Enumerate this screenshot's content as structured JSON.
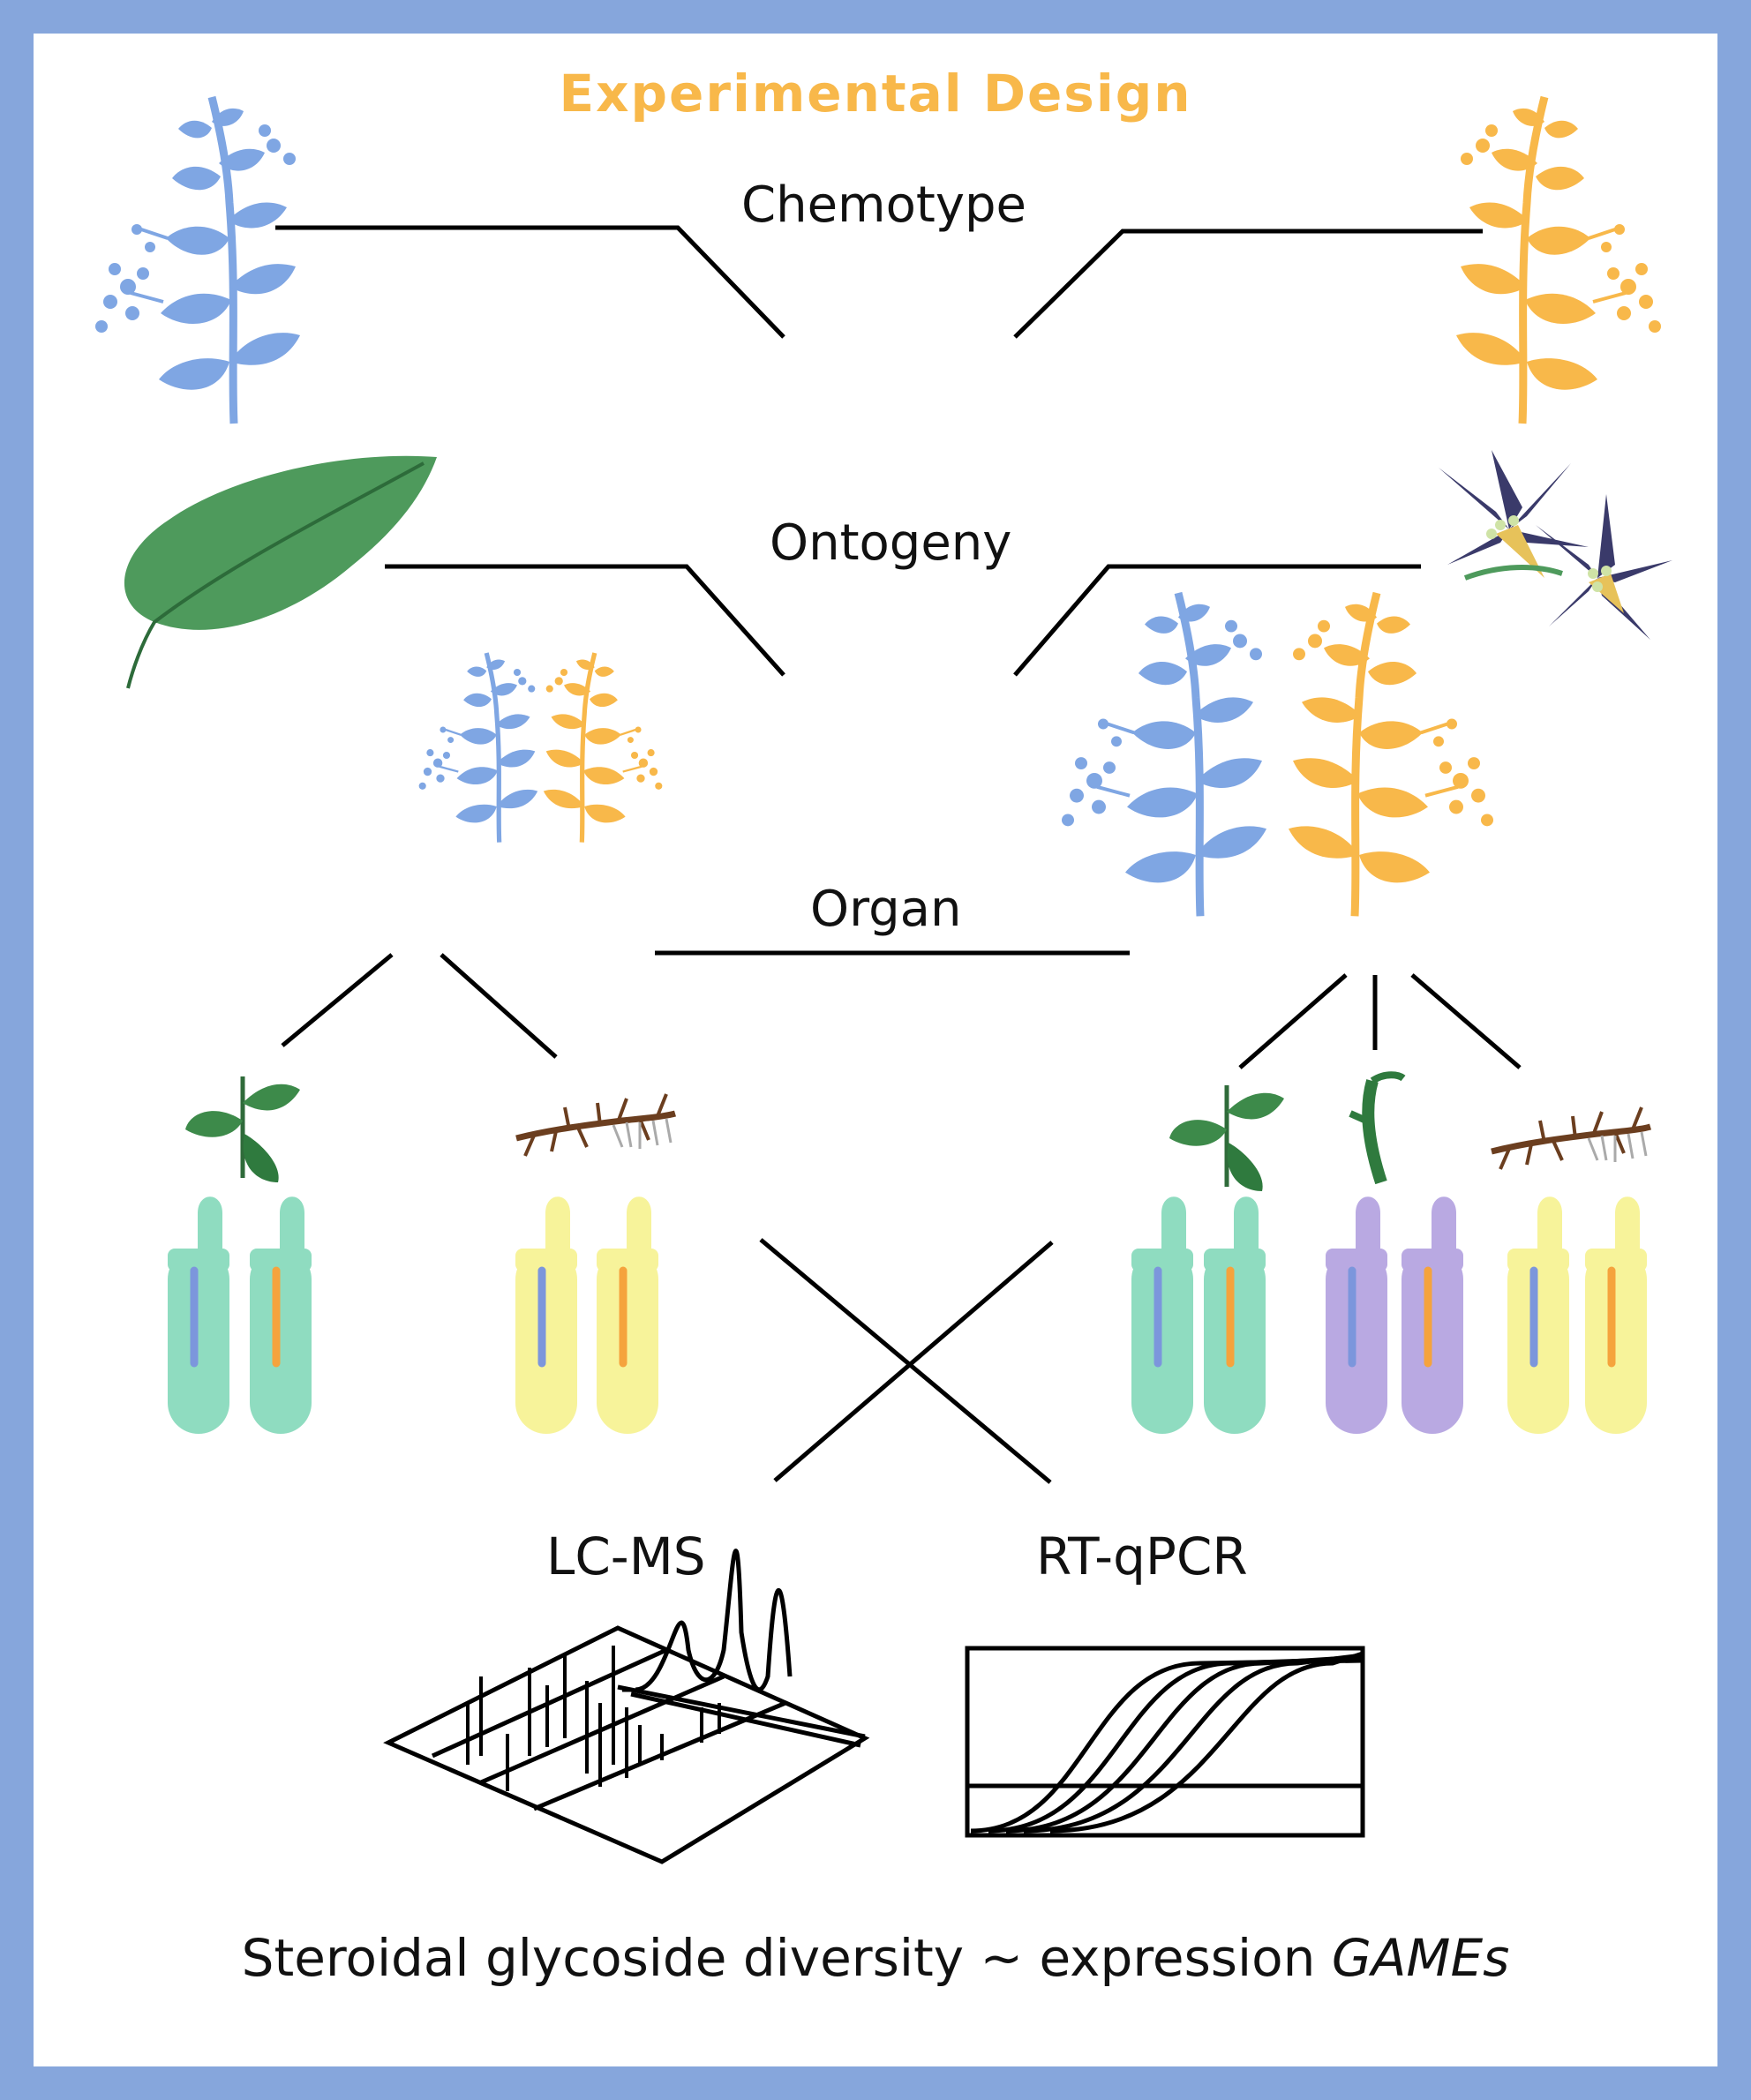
{
  "title": "Experimental Design",
  "labels": {
    "chemotype": "Chemotype",
    "ontogeny": "Ontogeny",
    "organ": "Organ",
    "lcms": "LC-MS",
    "rtqpcr": "RT-qPCR"
  },
  "footer": {
    "text": "Steroidal glycoside diversity ~ expression ",
    "italic": "GAMEs"
  },
  "colors": {
    "frame": "#86a6dc",
    "title": "#f8b84a",
    "chemotype_blue": "#7fa6e3",
    "chemotype_orange": "#f8b84a",
    "leaf_green": "#4e9a5c",
    "flower_purple": "#3a3a6a",
    "tube_leaf": "#8fdcc0",
    "tube_root": "#f7f39a",
    "tube_stem": "#b9a9e2",
    "root_brown": "#6b3e1f"
  },
  "icons": [
    "plant-silhouette-icon",
    "leaf-icon",
    "flower-icon",
    "root-icon",
    "stem-icon",
    "sample-tube-icon",
    "chromatogram-icon",
    "qpcr-curve-icon"
  ]
}
